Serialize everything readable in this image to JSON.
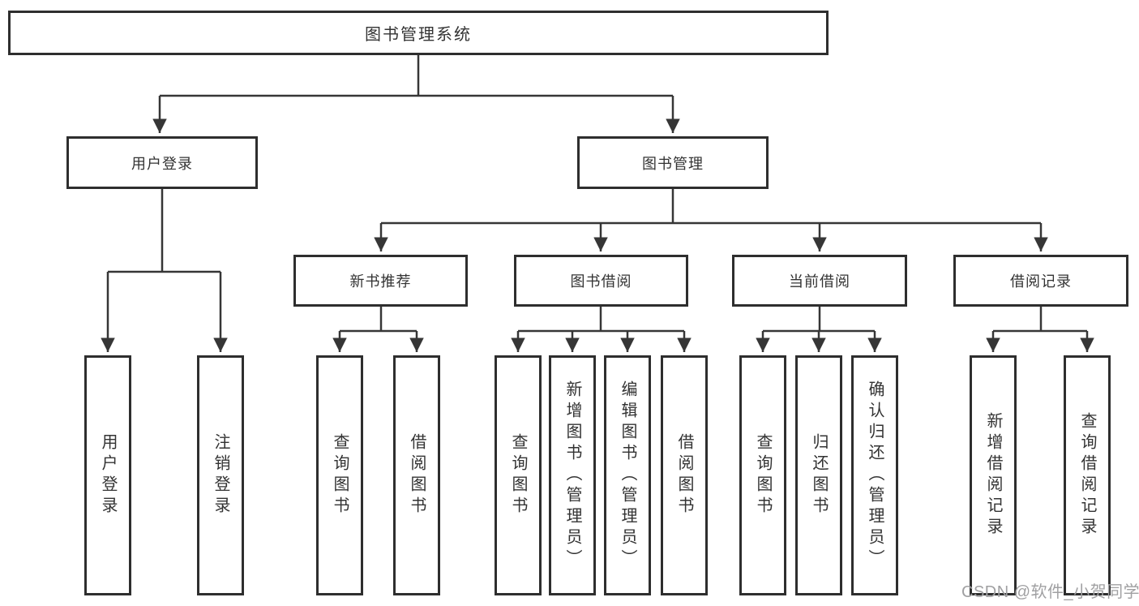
{
  "tree": {
    "root": "图书管理系统",
    "children": [
      {
        "label": "用户登录",
        "children": [
          "用户登录",
          "注销登录"
        ]
      },
      {
        "label": "图书管理",
        "children": [
          {
            "label": "新书推荐",
            "children": [
              "查询图书",
              "借阅图书"
            ]
          },
          {
            "label": "图书借阅",
            "children": [
              "查询图书",
              "新增图书（管理员）",
              "编辑图书（管理员）",
              "借阅图书"
            ]
          },
          {
            "label": "当前借阅",
            "children": [
              "查询图书",
              "归还图书",
              "确认归还（管理员）"
            ]
          },
          {
            "label": "借阅记录",
            "children": [
              "新增借阅记录",
              "查询借阅记录"
            ]
          }
        ]
      }
    ]
  },
  "watermark": {
    "text": "CSDN @软件_小贺同学",
    "color": "#a0a0a2"
  },
  "colors": {
    "line": "#363636",
    "box_border": "#2e2e2e",
    "box_background": "#ffffff",
    "text": "#333333",
    "page_background": "#ffffff"
  }
}
